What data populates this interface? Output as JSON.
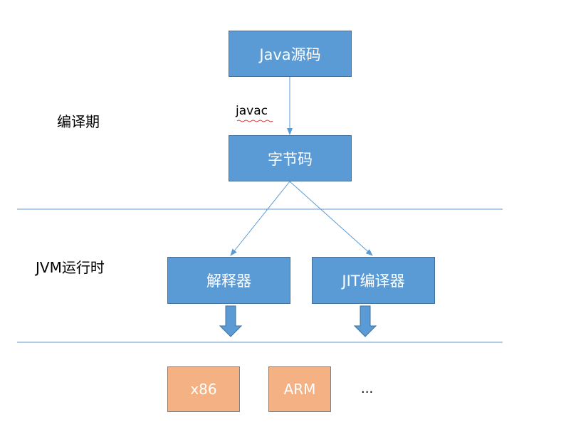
{
  "nodes": {
    "java_source": "Java源码",
    "bytecode": "字节码",
    "interpreter": "解释器",
    "jit_compiler": "JIT编译器",
    "x86": "x86",
    "arm": "ARM",
    "more": "..."
  },
  "edge_labels": {
    "javac": "javac"
  },
  "stages": {
    "compile_time": "编译期",
    "jvm_runtime": "JVM运行时"
  },
  "colors": {
    "node_blue": "#5b9bd5",
    "node_blue_border": "#41719c",
    "node_orange": "#f4b183",
    "connector": "#5b9bd5",
    "divider": "#5b9bd5"
  }
}
